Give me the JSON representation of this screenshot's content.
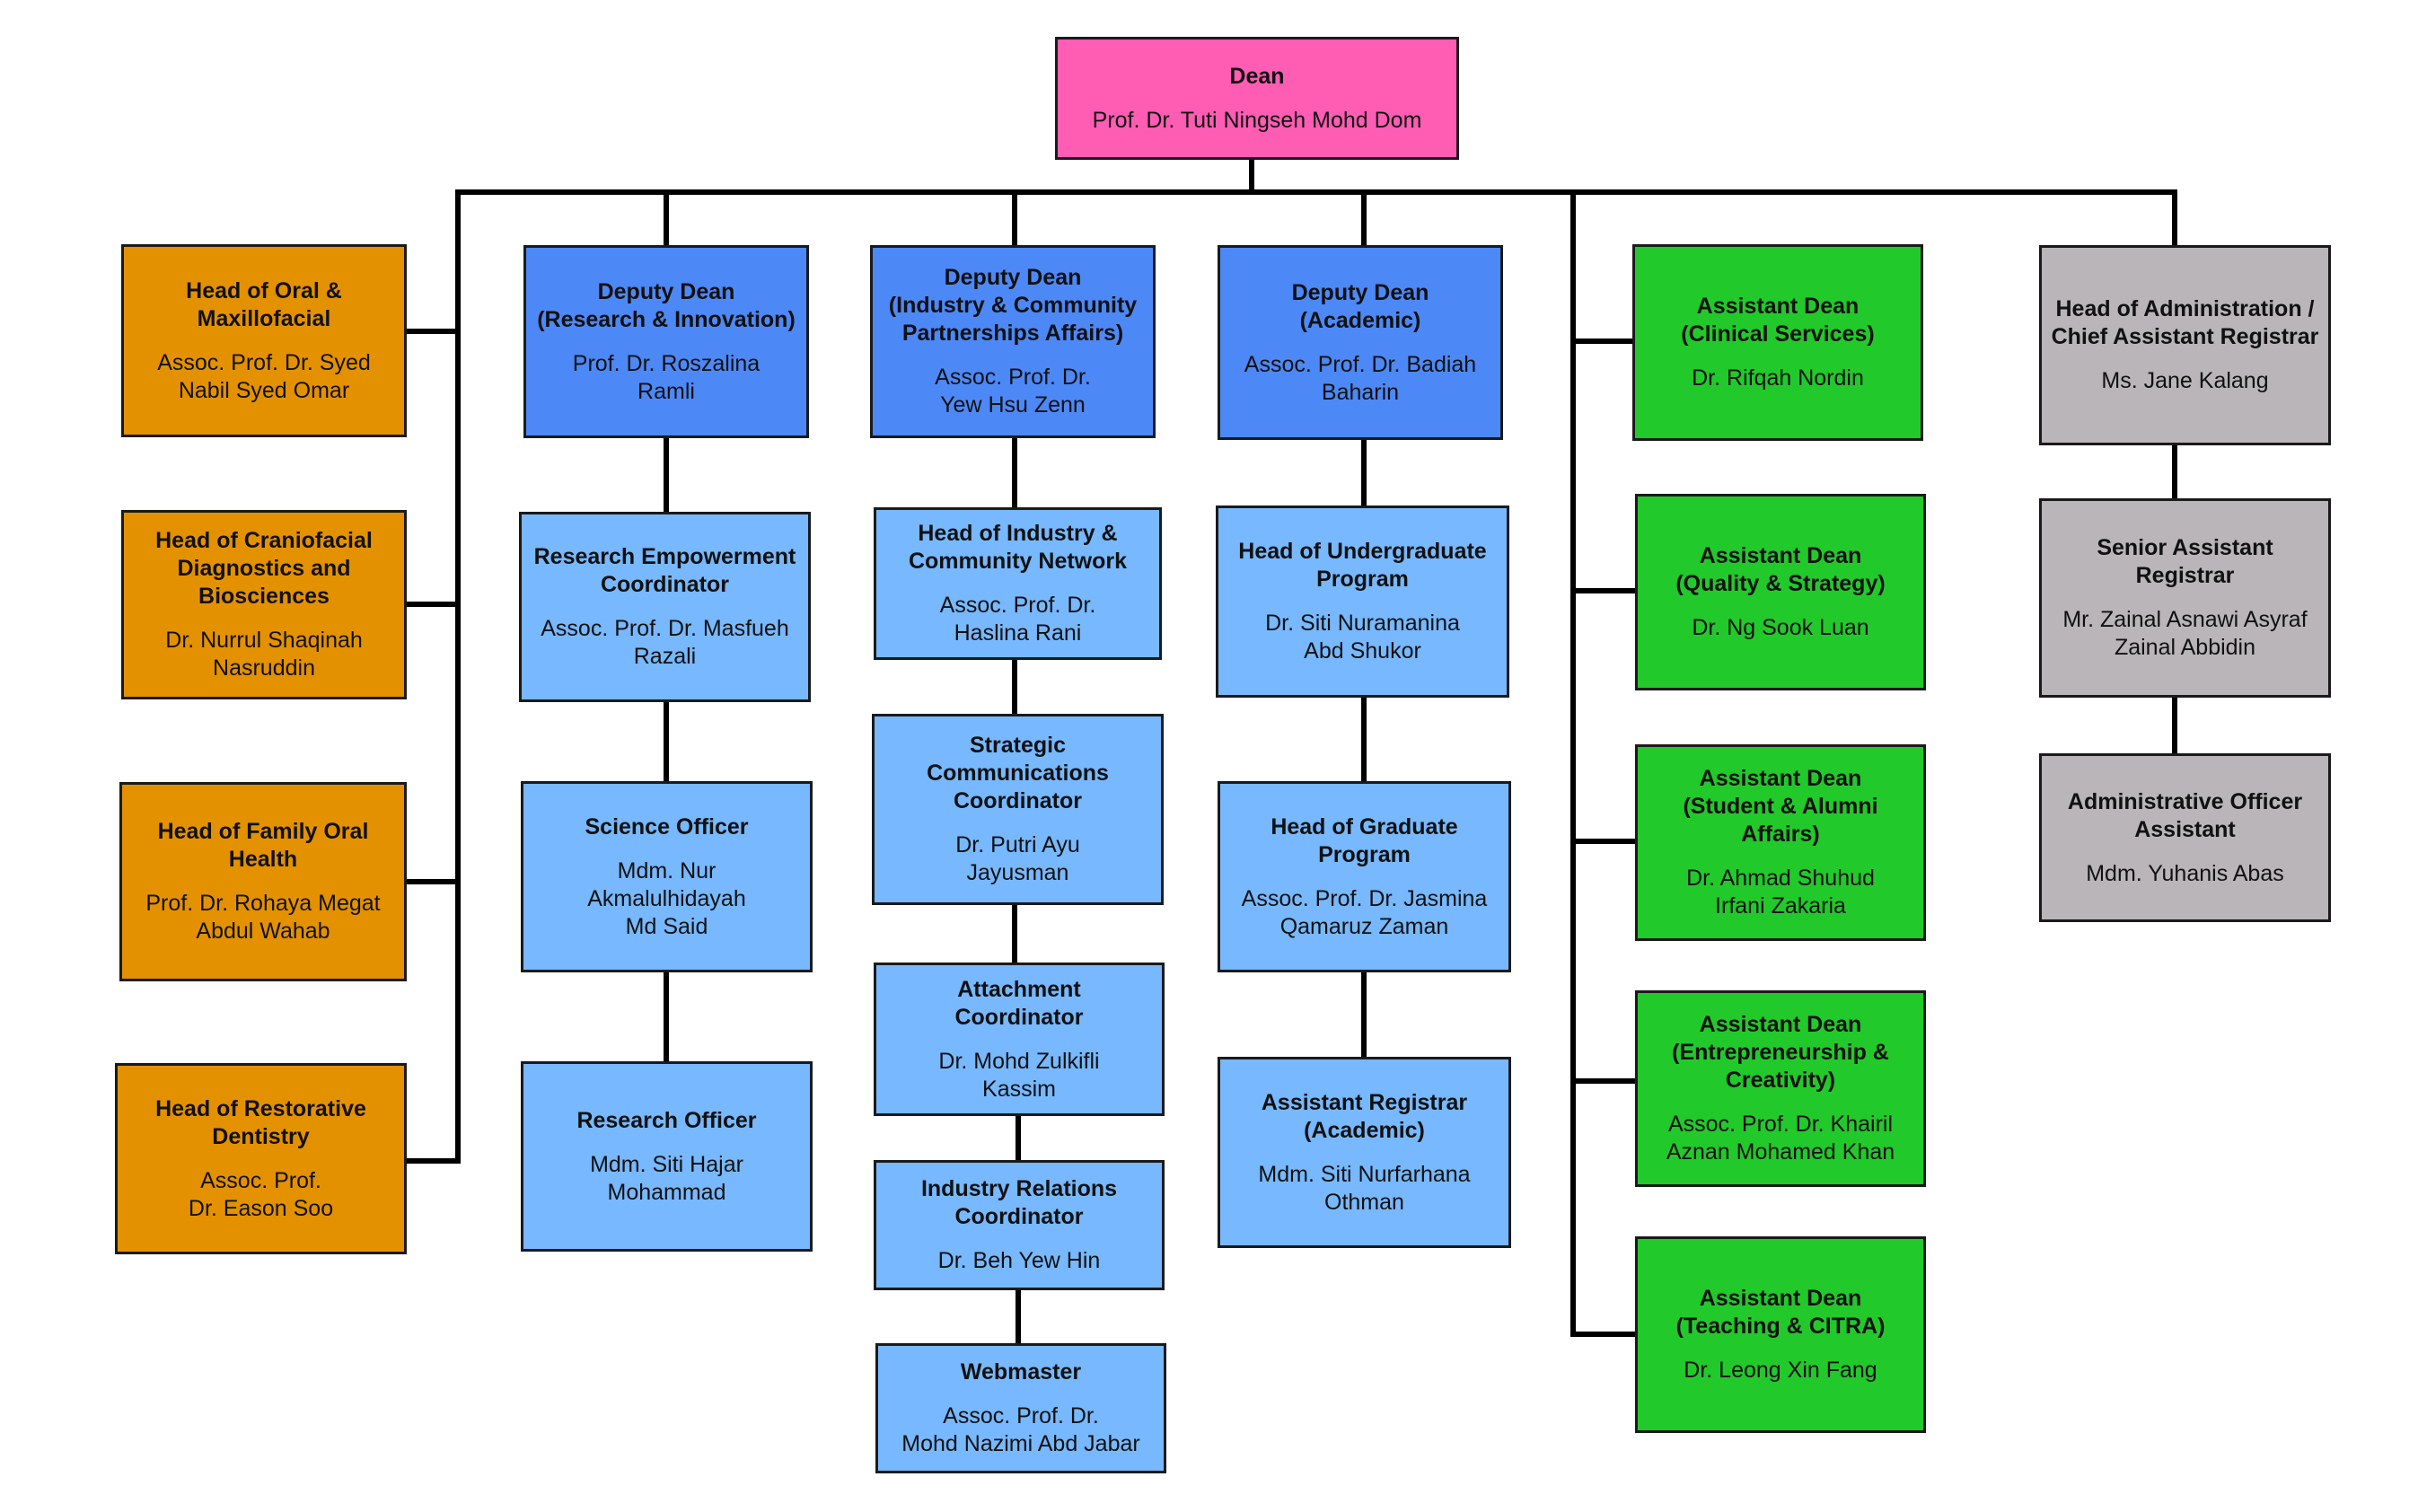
{
  "colors": {
    "dean": "#ff5cb4",
    "department_head": "#e49100",
    "deputy_dean": "#4d88f7",
    "deputy_staff": "#77b8ff",
    "assistant_dean": "#22c92a",
    "administration": "#b9b5b8",
    "line": "#000000"
  },
  "dean": {
    "title": "Dean",
    "name": "Prof. Dr. Tuti Ningseh Mohd Dom"
  },
  "departments": [
    {
      "title": "Head of Oral &\nMaxillofacial",
      "name": "Assoc. Prof. Dr. Syed\nNabil Syed Omar"
    },
    {
      "title": "Head of Craniofacial\nDiagnostics and\nBiosciences",
      "name": "Dr. Nurrul Shaqinah\nNasruddin"
    },
    {
      "title": "Head of Family Oral\nHealth",
      "name": "Prof. Dr. Rohaya Megat\nAbdul Wahab"
    },
    {
      "title": "Head of Restorative\nDentistry",
      "name": "Assoc. Prof.\nDr. Eason Soo"
    }
  ],
  "research": {
    "deputy": {
      "title": "Deputy Dean\n(Research & Innovation)",
      "name": "Prof. Dr. Roszalina\nRamli"
    },
    "staff": [
      {
        "title": "Research Empowerment\nCoordinator",
        "name": "Assoc. Prof. Dr. Masfueh\nRazali"
      },
      {
        "title": "Science Officer",
        "name": "Mdm. Nur\nAkmalulhidayah\nMd Said"
      },
      {
        "title": "Research Officer",
        "name": "Mdm. Siti Hajar\nMohammad"
      }
    ]
  },
  "industry": {
    "deputy": {
      "title": "Deputy Dean\n(Industry & Community\nPartnerships Affairs)",
      "name": "Assoc. Prof. Dr.\nYew Hsu Zenn"
    },
    "staff": [
      {
        "title": "Head of Industry &\nCommunity Network",
        "name": "Assoc. Prof. Dr.\nHaslina Rani"
      },
      {
        "title": "Strategic\nCommunications\nCoordinator",
        "name": "Dr. Putri Ayu\nJayusman"
      },
      {
        "title": "Attachment\nCoordinator",
        "name": "Dr. Mohd Zulkifli\nKassim"
      },
      {
        "title": "Industry Relations\nCoordinator",
        "name": "Dr. Beh Yew Hin"
      },
      {
        "title": "Webmaster",
        "name": "Assoc. Prof. Dr.\nMohd Nazimi Abd Jabar"
      }
    ]
  },
  "academic": {
    "deputy": {
      "title": "Deputy Dean\n(Academic)",
      "name": "Assoc. Prof. Dr. Badiah\nBaharin"
    },
    "staff": [
      {
        "title": "Head of Undergraduate\nProgram",
        "name": "Dr. Siti Nuramanina\nAbd Shukor"
      },
      {
        "title": "Head of Graduate\nProgram",
        "name": "Assoc. Prof. Dr. Jasmina\nQamaruz Zaman"
      },
      {
        "title": "Assistant Registrar\n(Academic)",
        "name": "Mdm. Siti Nurfarhana\nOthman"
      }
    ]
  },
  "assistant_deans": [
    {
      "title": "Assistant Dean\n(Clinical Services)",
      "name": "Dr. Rifqah Nordin"
    },
    {
      "title": "Assistant Dean\n(Quality & Strategy)",
      "name": "Dr. Ng Sook Luan"
    },
    {
      "title": "Assistant Dean\n(Student & Alumni\nAffairs)",
      "name": "Dr. Ahmad Shuhud\nIrfani Zakaria"
    },
    {
      "title": "Assistant Dean\n(Entrepreneurship &\nCreativity)",
      "name": "Assoc. Prof. Dr. Khairil\nAznan Mohamed Khan"
    },
    {
      "title": "Assistant Dean\n(Teaching & CITRA)",
      "name": "Dr. Leong Xin Fang"
    }
  ],
  "administration": [
    {
      "title": "Head of Administration /\nChief Assistant Registrar",
      "name": "Ms. Jane Kalang"
    },
    {
      "title": "Senior Assistant\nRegistrar",
      "name": "Mr. Zainal Asnawi Asyraf\nZainal Abbidin"
    },
    {
      "title": "Administrative Officer\nAssistant",
      "name": "Mdm. Yuhanis Abas"
    }
  ]
}
